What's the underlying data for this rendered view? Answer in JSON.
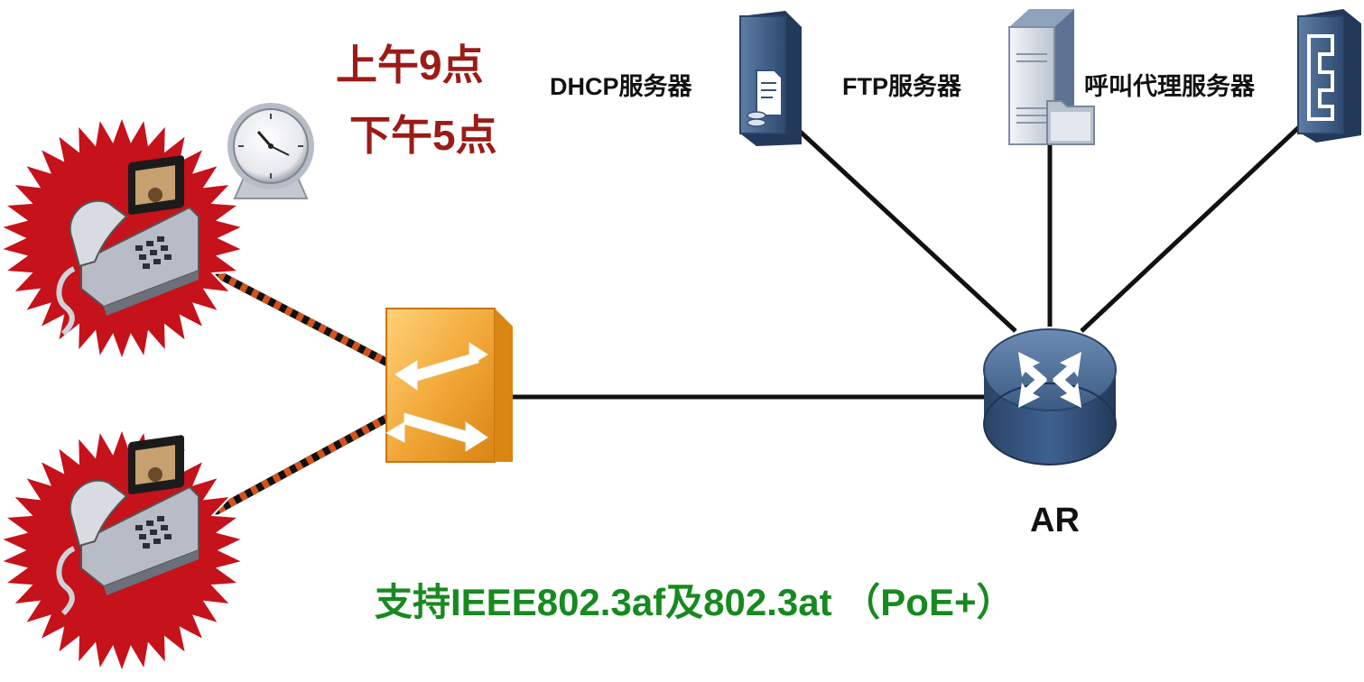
{
  "schedule": {
    "start": "上午9点",
    "end": "下午5点"
  },
  "servers": {
    "dhcp": "DHCP服务器",
    "ftp": "FTP服务器",
    "proxy": "呼叫代理服务器"
  },
  "router": {
    "label": "AR"
  },
  "caption": "支持IEEE802.3af及802.3at （PoE+）",
  "colors": {
    "time_text": "#9b1b16",
    "caption_text": "#178a1f",
    "starburst": "#c5121b",
    "switch": "#f2a93a",
    "router": "#2e4a6e",
    "server": "#3a5a80",
    "poe_cable_a": "#d4531c",
    "poe_cable_b": "#111111"
  }
}
